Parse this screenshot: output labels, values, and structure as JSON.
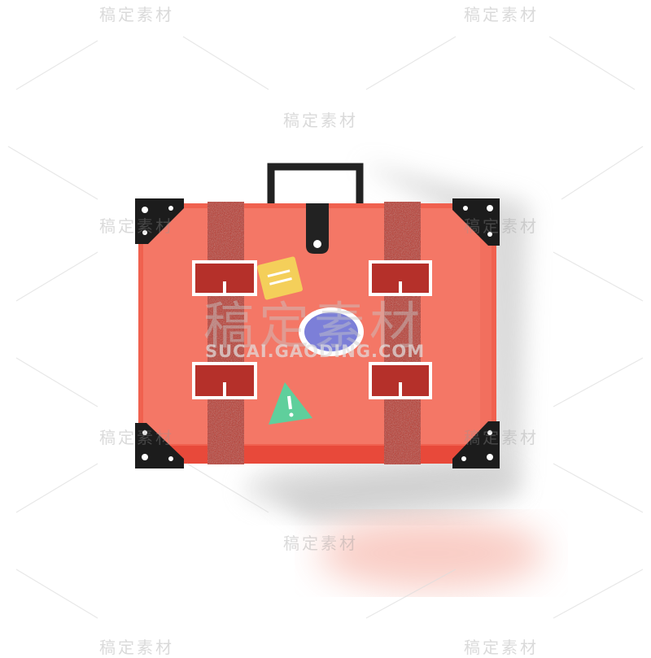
{
  "illustration": {
    "subject": "suitcase-illustration",
    "colors": {
      "body": "#f0614f",
      "body_light": "#f47766",
      "edge": "#e8493a",
      "strap": "#b8352b",
      "buckle_frame": "#ffffff",
      "buckle_fill": "#b5302a",
      "handle": "#222222",
      "corner": "#1c1c1c",
      "rivet": "#ffffff",
      "sticker_yellow": "#f4cf5a",
      "sticker_purple": "#7c7fd8",
      "sticker_green": "#5fcf9c",
      "shadow": "#9a9a9a",
      "smudge": "#f09a8c"
    }
  },
  "watermark": {
    "text": "稿定素材",
    "url": "SUCAI.GAODING.COM"
  }
}
